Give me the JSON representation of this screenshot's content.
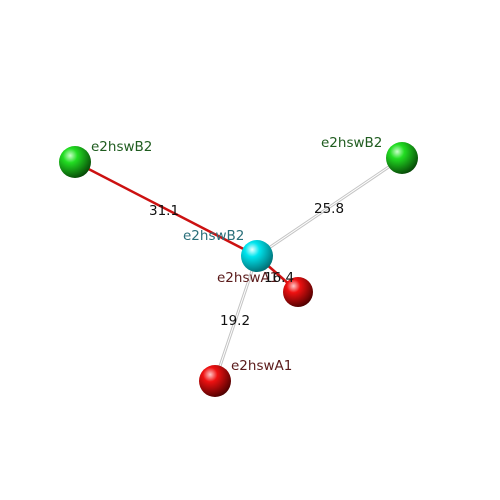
{
  "center_atom": {
    "label": "e2hswB2",
    "color": "#00e5ee",
    "label_color": "#2a6f7a"
  },
  "neighbor_atoms": [
    {
      "id": "green-left",
      "label": "e2hswB2",
      "color": "#22dd22",
      "label_color": "#1f5c1f",
      "distance": "31.1",
      "bond_color": "#cc1111"
    },
    {
      "id": "green-right",
      "label": "e2hswB2",
      "color": "#22dd22",
      "label_color": "#1f5c1f",
      "distance": "25.8",
      "bond_color": "#bbbbbb"
    },
    {
      "id": "red-near",
      "label": "e2hswA1",
      "color": "#ee1111",
      "label_color": "#5a1a1a",
      "distance": "16.4",
      "bond_color": "#cc1111"
    },
    {
      "id": "red-bottom",
      "label": "e2hswA1",
      "color": "#ee1111",
      "label_color": "#5a1a1a",
      "distance": "19.2",
      "bond_color": "#bbbbbb"
    }
  ]
}
